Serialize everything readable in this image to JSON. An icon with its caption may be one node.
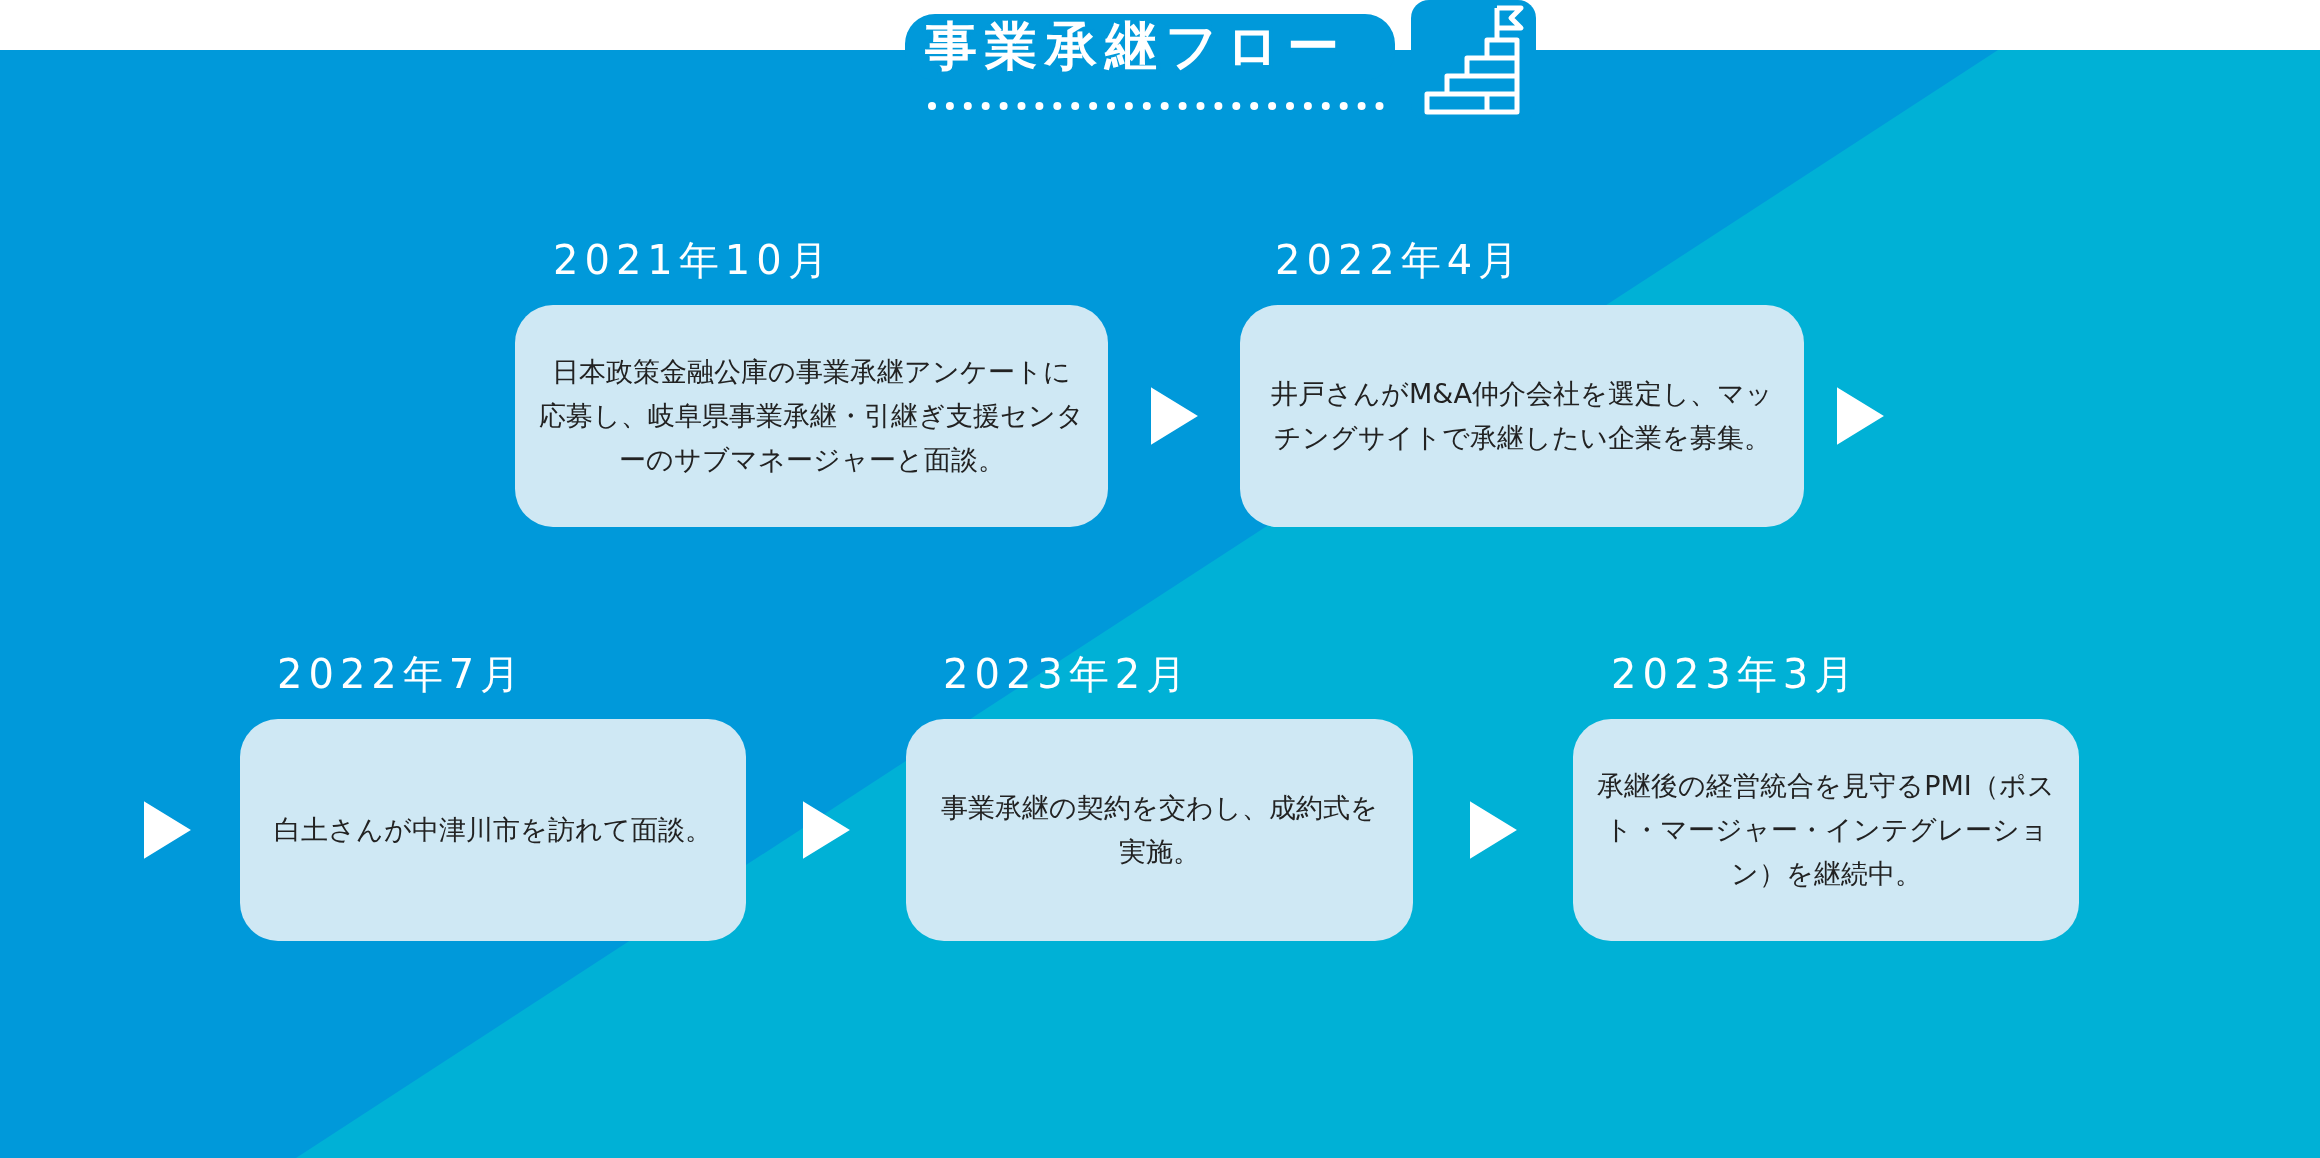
{
  "diagram": {
    "title": "事業承継フロー",
    "nodes": [
      {
        "text": [
          "日本政策金融公庫の事業承継アンケートに応募し、岐阜県事業承継・引継ぎ支援センターのサブマネージャーと面談。"
        ],
        "beside": [
          "2021年10月"
        ]
      },
      {
        "text": [
          "井戸さんがM&A仲介会社を選定し、マッチングサイトで承継したい企業を募集。"
        ],
        "beside": [
          "2022年4月"
        ]
      },
      {
        "text": [
          "白土さんが中津川市を訪れて面談。"
        ],
        "beside": [
          "2022年7月"
        ]
      },
      {
        "text": [
          "事業承継の契約を交わし、成約式を実施。"
        ],
        "beside": [
          "2023年2月"
        ]
      },
      {
        "text": [
          "承継後の経営統合を見守るPMI（ポスト・マージャー・インテグレーション）を継続中。"
        ],
        "beside": [
          "2023年3月"
        ]
      }
    ],
    "edges": [
      {
        "from": 0,
        "to": 1,
        "arrow": "to"
      },
      {
        "from": 1,
        "to": null,
        "arrow": "to"
      },
      {
        "from": null,
        "to": 2,
        "arrow": "to"
      },
      {
        "from": 2,
        "to": 3,
        "arrow": "to"
      },
      {
        "from": 3,
        "to": 4,
        "arrow": "to"
      }
    ]
  }
}
